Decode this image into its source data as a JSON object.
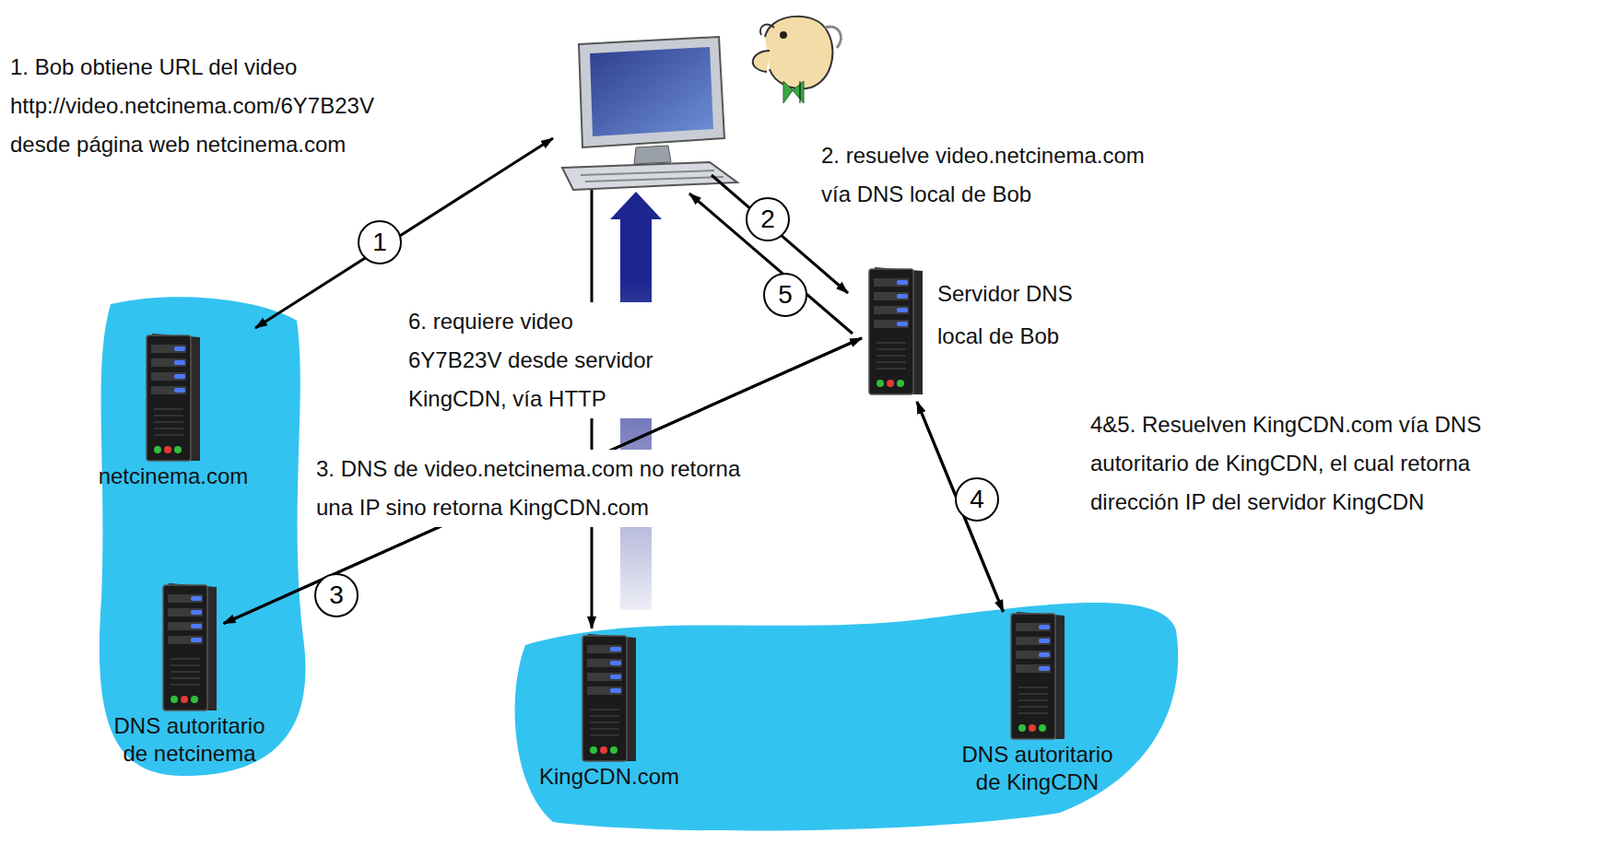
{
  "diagram": {
    "nodes": [
      {
        "text": [
          "netcinema.com"
        ]
      },
      {
        "text": [
          "Servidor DNS local de Bob"
        ]
      },
      {
        "text": [
          "DNS autoritario de netcinema"
        ]
      },
      {
        "text": [
          "KingCDN.com"
        ]
      },
      {
        "text": [
          "DNS autoritario de KingCDN"
        ]
      }
    ],
    "edges": [
      {
        "from": 1,
        "to": 2,
        "arrow": "to"
      },
      {
        "from": 2,
        "to": 1,
        "arrow": "to"
      },
      {
        "from": 1,
        "to": 4,
        "arrow": "to"
      },
      {
        "from": 4,
        "to": 1,
        "arrow": "to"
      }
    ],
    "labels": [
      "1. Bob obtiene URL del video http://video.netcinema.com/6Y7B23V desde página web netcinema.com",
      "2. resuelve video.netcinema.com vía DNS local de Bob",
      "6. requiere video 6Y7B23V desde servidor KingCDN, vía HTTP",
      "3. DNS de video.netcinema.com no retorna una IP sino retorna KingCDN.com",
      "4&5. Resuelven KingCDN.com vía DNS autoritario de KingCDN, el cual retorna dirección IP del servidor KingCDN",
      "1",
      "2",
      "5",
      "3",
      "4"
    ]
  }
}
